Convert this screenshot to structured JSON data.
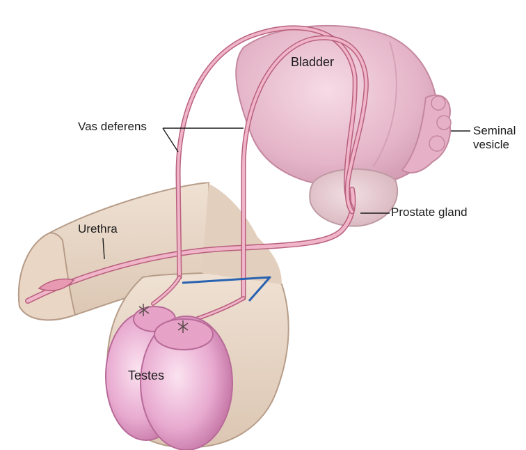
{
  "labels": {
    "bladder": "Bladder",
    "vas_deferens": "Vas deferens",
    "urethra": "Urethra",
    "seminal_line1": "Seminal",
    "seminal_line2": "vesicle",
    "prostate": "Prostate gland",
    "testes": "Testes"
  },
  "colors": {
    "skin": "#e7d6c6",
    "skin_outline": "#b79d89",
    "organ_pink": "#e7b9cc",
    "organ_outline": "#c4879f",
    "tube": "#e79ab2",
    "tube_outline": "#b8607e",
    "cut_marker": "#2862b0"
  }
}
